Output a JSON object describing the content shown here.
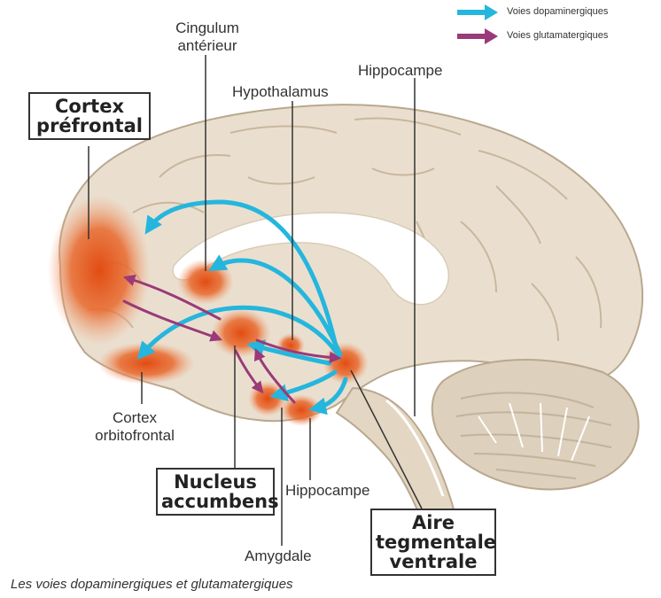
{
  "legend": {
    "dopaminergic": {
      "label": "Voies dopaminergiques",
      "color": "#25b6dd"
    },
    "glutamatergic": {
      "label": "Voies glutamatergiques",
      "color": "#9a3a78"
    }
  },
  "labels": {
    "cingulum_line1": "Cingulum",
    "cingulum_line2": "antérieur",
    "hypothalamus": "Hypothalamus",
    "hippocampe_top": "Hippocampe",
    "cortex_prefrontal_line1": "Cortex",
    "cortex_prefrontal_line2": "préfrontal",
    "cortex_orbito_line1": "Cortex",
    "cortex_orbito_line2": "orbitofrontal",
    "nucleus_line1": "Nucleus",
    "nucleus_line2": "accumbens",
    "hippocampe_bottom": "Hippocampe",
    "amygdale": "Amygdale",
    "atv_line1": "Aire",
    "atv_line2": "tegmentale",
    "atv_line3": "ventrale"
  },
  "caption": "Les voies dopaminergiques et glutamatergiques",
  "colors": {
    "brain_fill": "#eadfcf",
    "brain_stroke": "#b9a88f",
    "hotspot": "#e0541b",
    "cerebellum": "#d8cbb7"
  }
}
